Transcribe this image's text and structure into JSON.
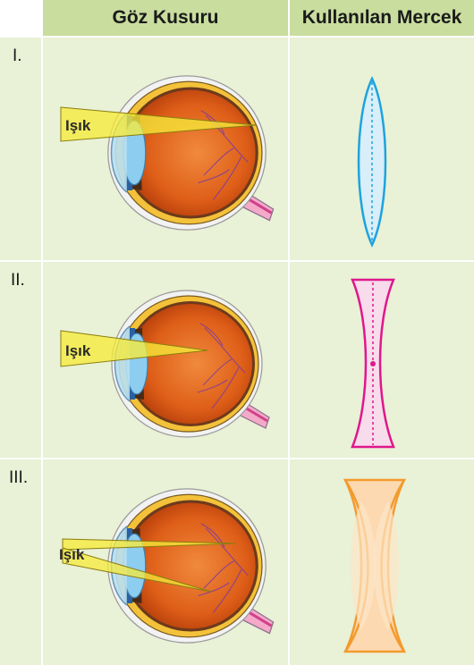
{
  "header": {
    "col1": "Göz Kusuru",
    "col2": "Kullanılan Mercek"
  },
  "rows": [
    {
      "numeral": "I.",
      "light_label": "Işık",
      "lens": "convex",
      "lens_color": "#1fa3dd",
      "lens_fill": "#d8eef8"
    },
    {
      "numeral": "II.",
      "light_label": "Işık",
      "lens": "concave",
      "lens_color": "#e0178c",
      "lens_fill": "#f8dcec"
    },
    {
      "numeral": "III.",
      "light_label": "Işık",
      "lens": "cylindrical",
      "lens_color": "#f39a2e",
      "lens_fill": "#fcd9b0"
    }
  ],
  "colors": {
    "header_bg": "#c9dd9e",
    "cell_bg": "#e9f1d6",
    "light_beam": "#f6ea3a",
    "eyeball": "#e8651c",
    "sclera": "#f3c23a",
    "cornea": "#7fc6e6"
  }
}
